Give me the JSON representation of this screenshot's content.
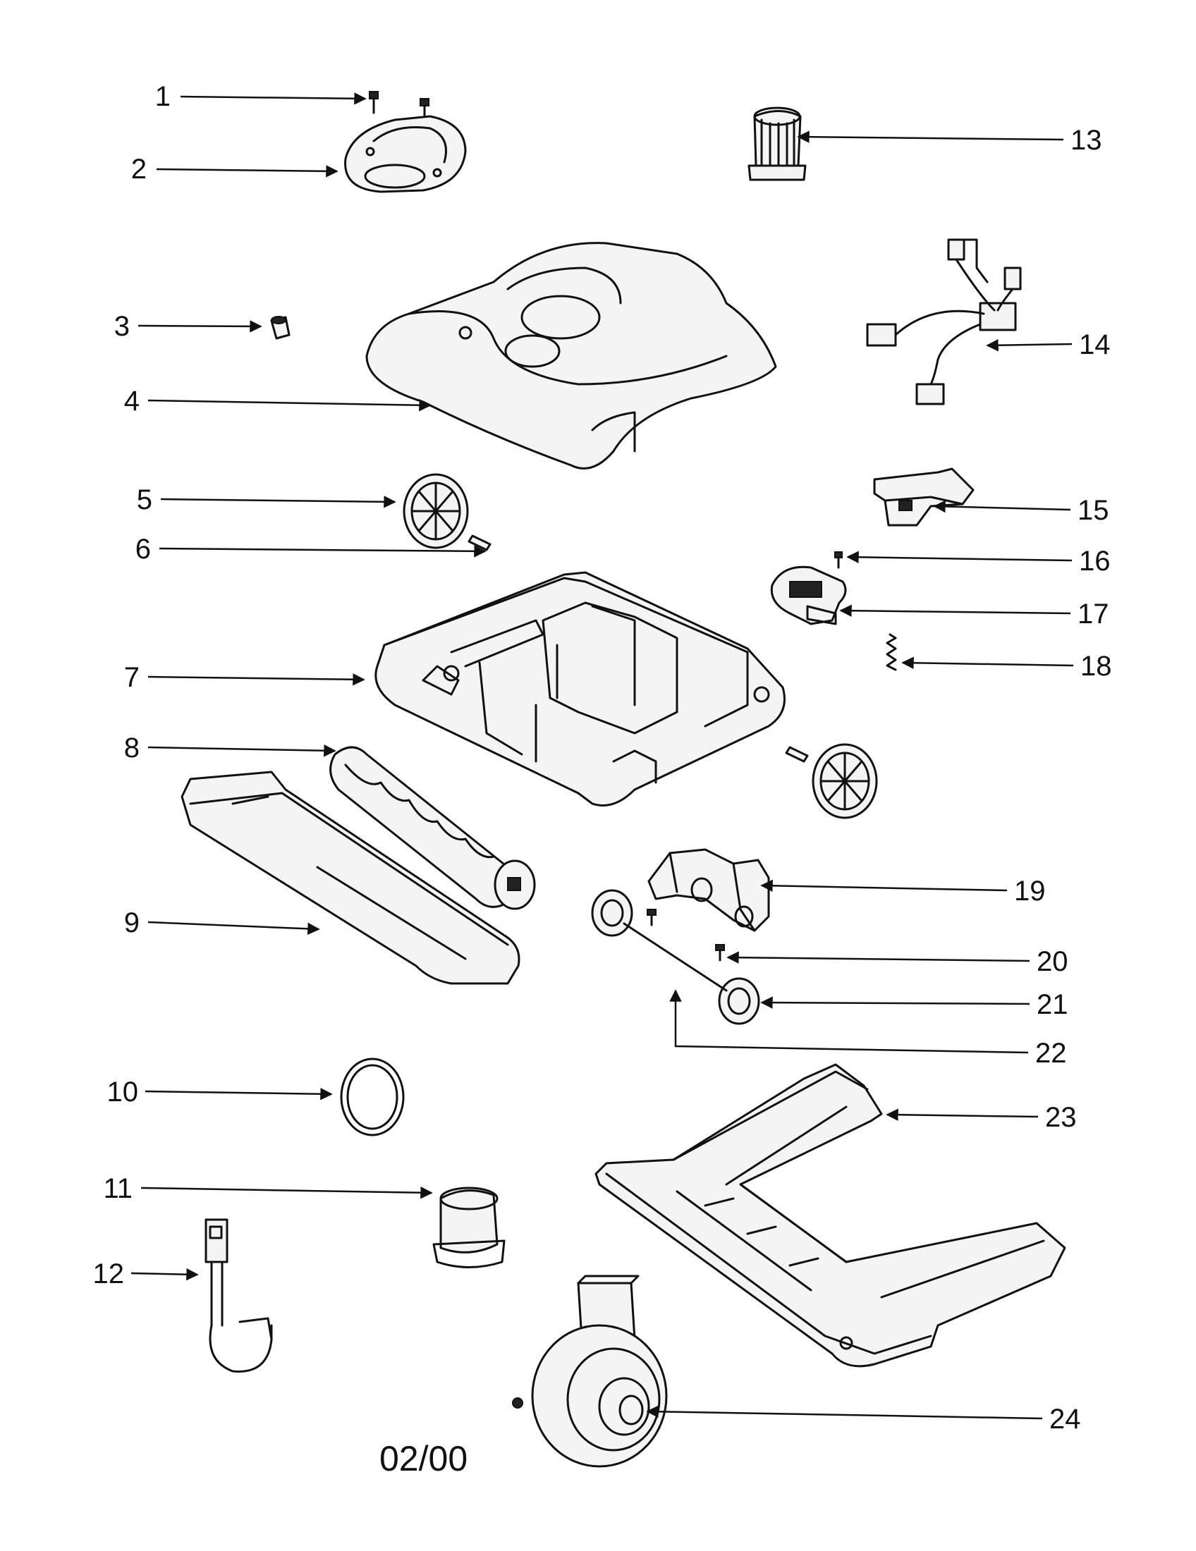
{
  "callouts": [
    {
      "label": "1"
    },
    {
      "label": "2"
    },
    {
      "label": "3"
    },
    {
      "label": "4"
    },
    {
      "label": "5"
    },
    {
      "label": "6"
    },
    {
      "label": "7"
    },
    {
      "label": "8"
    },
    {
      "label": "9"
    },
    {
      "label": "10"
    },
    {
      "label": "11"
    },
    {
      "label": "12"
    },
    {
      "label": "13"
    },
    {
      "label": "14"
    },
    {
      "label": "15"
    },
    {
      "label": "16"
    },
    {
      "label": "17"
    },
    {
      "label": "18"
    },
    {
      "label": "19"
    },
    {
      "label": "20"
    },
    {
      "label": "21"
    },
    {
      "label": "22"
    },
    {
      "label": "23"
    },
    {
      "label": "24"
    }
  ],
  "footer": {
    "date": "02/00"
  }
}
